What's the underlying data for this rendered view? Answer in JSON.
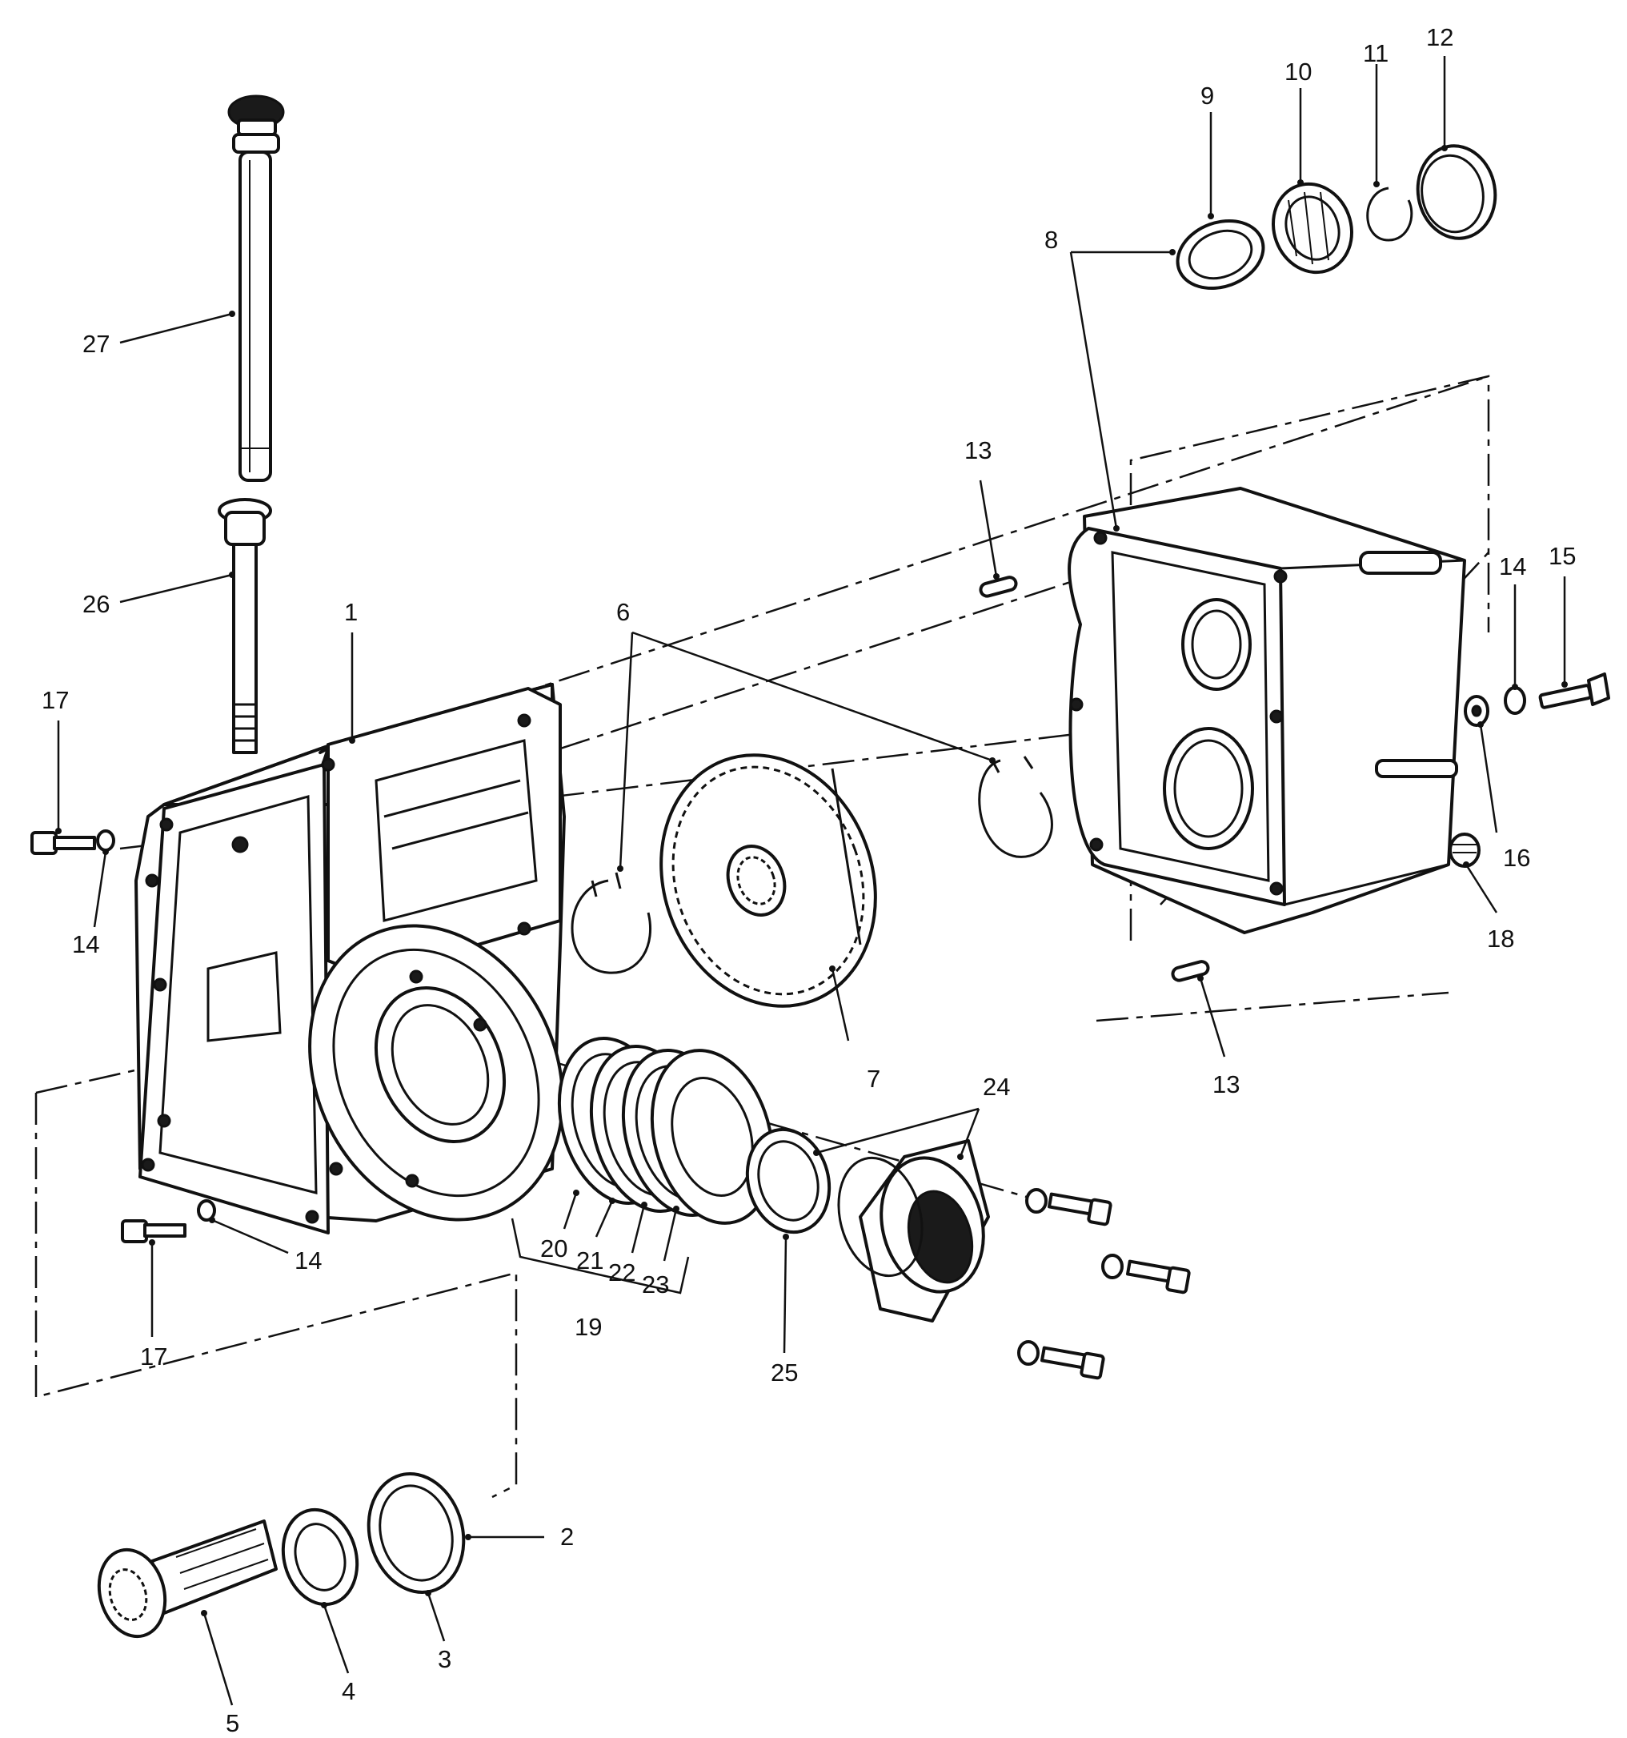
{
  "callouts": [
    {
      "id": "c1",
      "text": "1"
    },
    {
      "id": "c2",
      "text": "2"
    },
    {
      "id": "c3",
      "text": "3"
    },
    {
      "id": "c4",
      "text": "4"
    },
    {
      "id": "c5",
      "text": "5"
    },
    {
      "id": "c6",
      "text": "6"
    },
    {
      "id": "c7",
      "text": "7"
    },
    {
      "id": "c8",
      "text": "8"
    },
    {
      "id": "c9",
      "text": "9"
    },
    {
      "id": "c10",
      "text": "10"
    },
    {
      "id": "c11",
      "text": "11"
    },
    {
      "id": "c12",
      "text": "12"
    },
    {
      "id": "c13a",
      "text": "13"
    },
    {
      "id": "c13b",
      "text": "13"
    },
    {
      "id": "c14a",
      "text": "14"
    },
    {
      "id": "c14b",
      "text": "14"
    },
    {
      "id": "c14c",
      "text": "14"
    },
    {
      "id": "c15",
      "text": "15"
    },
    {
      "id": "c16",
      "text": "16"
    },
    {
      "id": "c17a",
      "text": "17"
    },
    {
      "id": "c17b",
      "text": "17"
    },
    {
      "id": "c18",
      "text": "18"
    },
    {
      "id": "c19",
      "text": "19"
    },
    {
      "id": "c20",
      "text": "20"
    },
    {
      "id": "c21",
      "text": "21"
    },
    {
      "id": "c22",
      "text": "22"
    },
    {
      "id": "c23",
      "text": "23"
    },
    {
      "id": "c24",
      "text": "24"
    },
    {
      "id": "c25",
      "text": "25"
    },
    {
      "id": "c26",
      "text": "26"
    },
    {
      "id": "c27",
      "text": "27"
    }
  ]
}
